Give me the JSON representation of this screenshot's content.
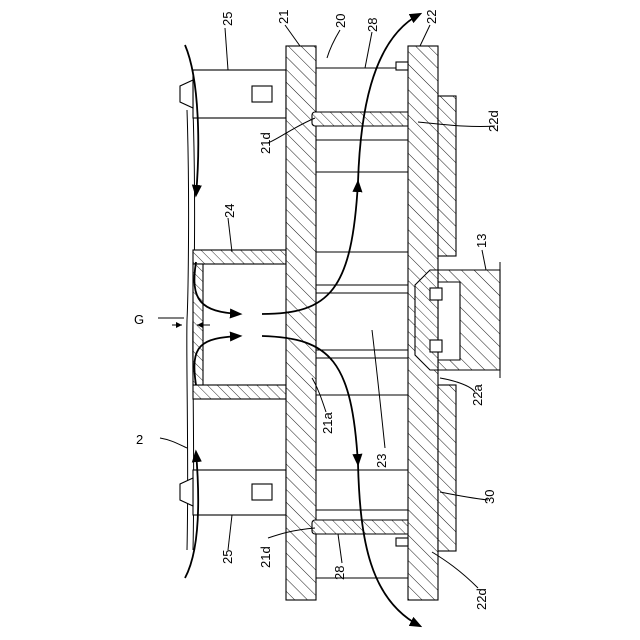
{
  "labels": {
    "l25_top": "25",
    "l21": "21",
    "l20": "20",
    "l28_top": "28",
    "l22": "22",
    "l22d_top": "22d",
    "l21d_top": "21d",
    "l24": "24",
    "l13": "13",
    "lG": "G",
    "l2": "2",
    "l21a": "21a",
    "l23": "23",
    "l22a": "22a",
    "l30": "30",
    "l25_bot": "25",
    "l21d_bot": "21d",
    "l28_bot": "28",
    "l22d_bot": "22d"
  },
  "colors": {
    "line": "#000000",
    "background": "#ffffff"
  }
}
